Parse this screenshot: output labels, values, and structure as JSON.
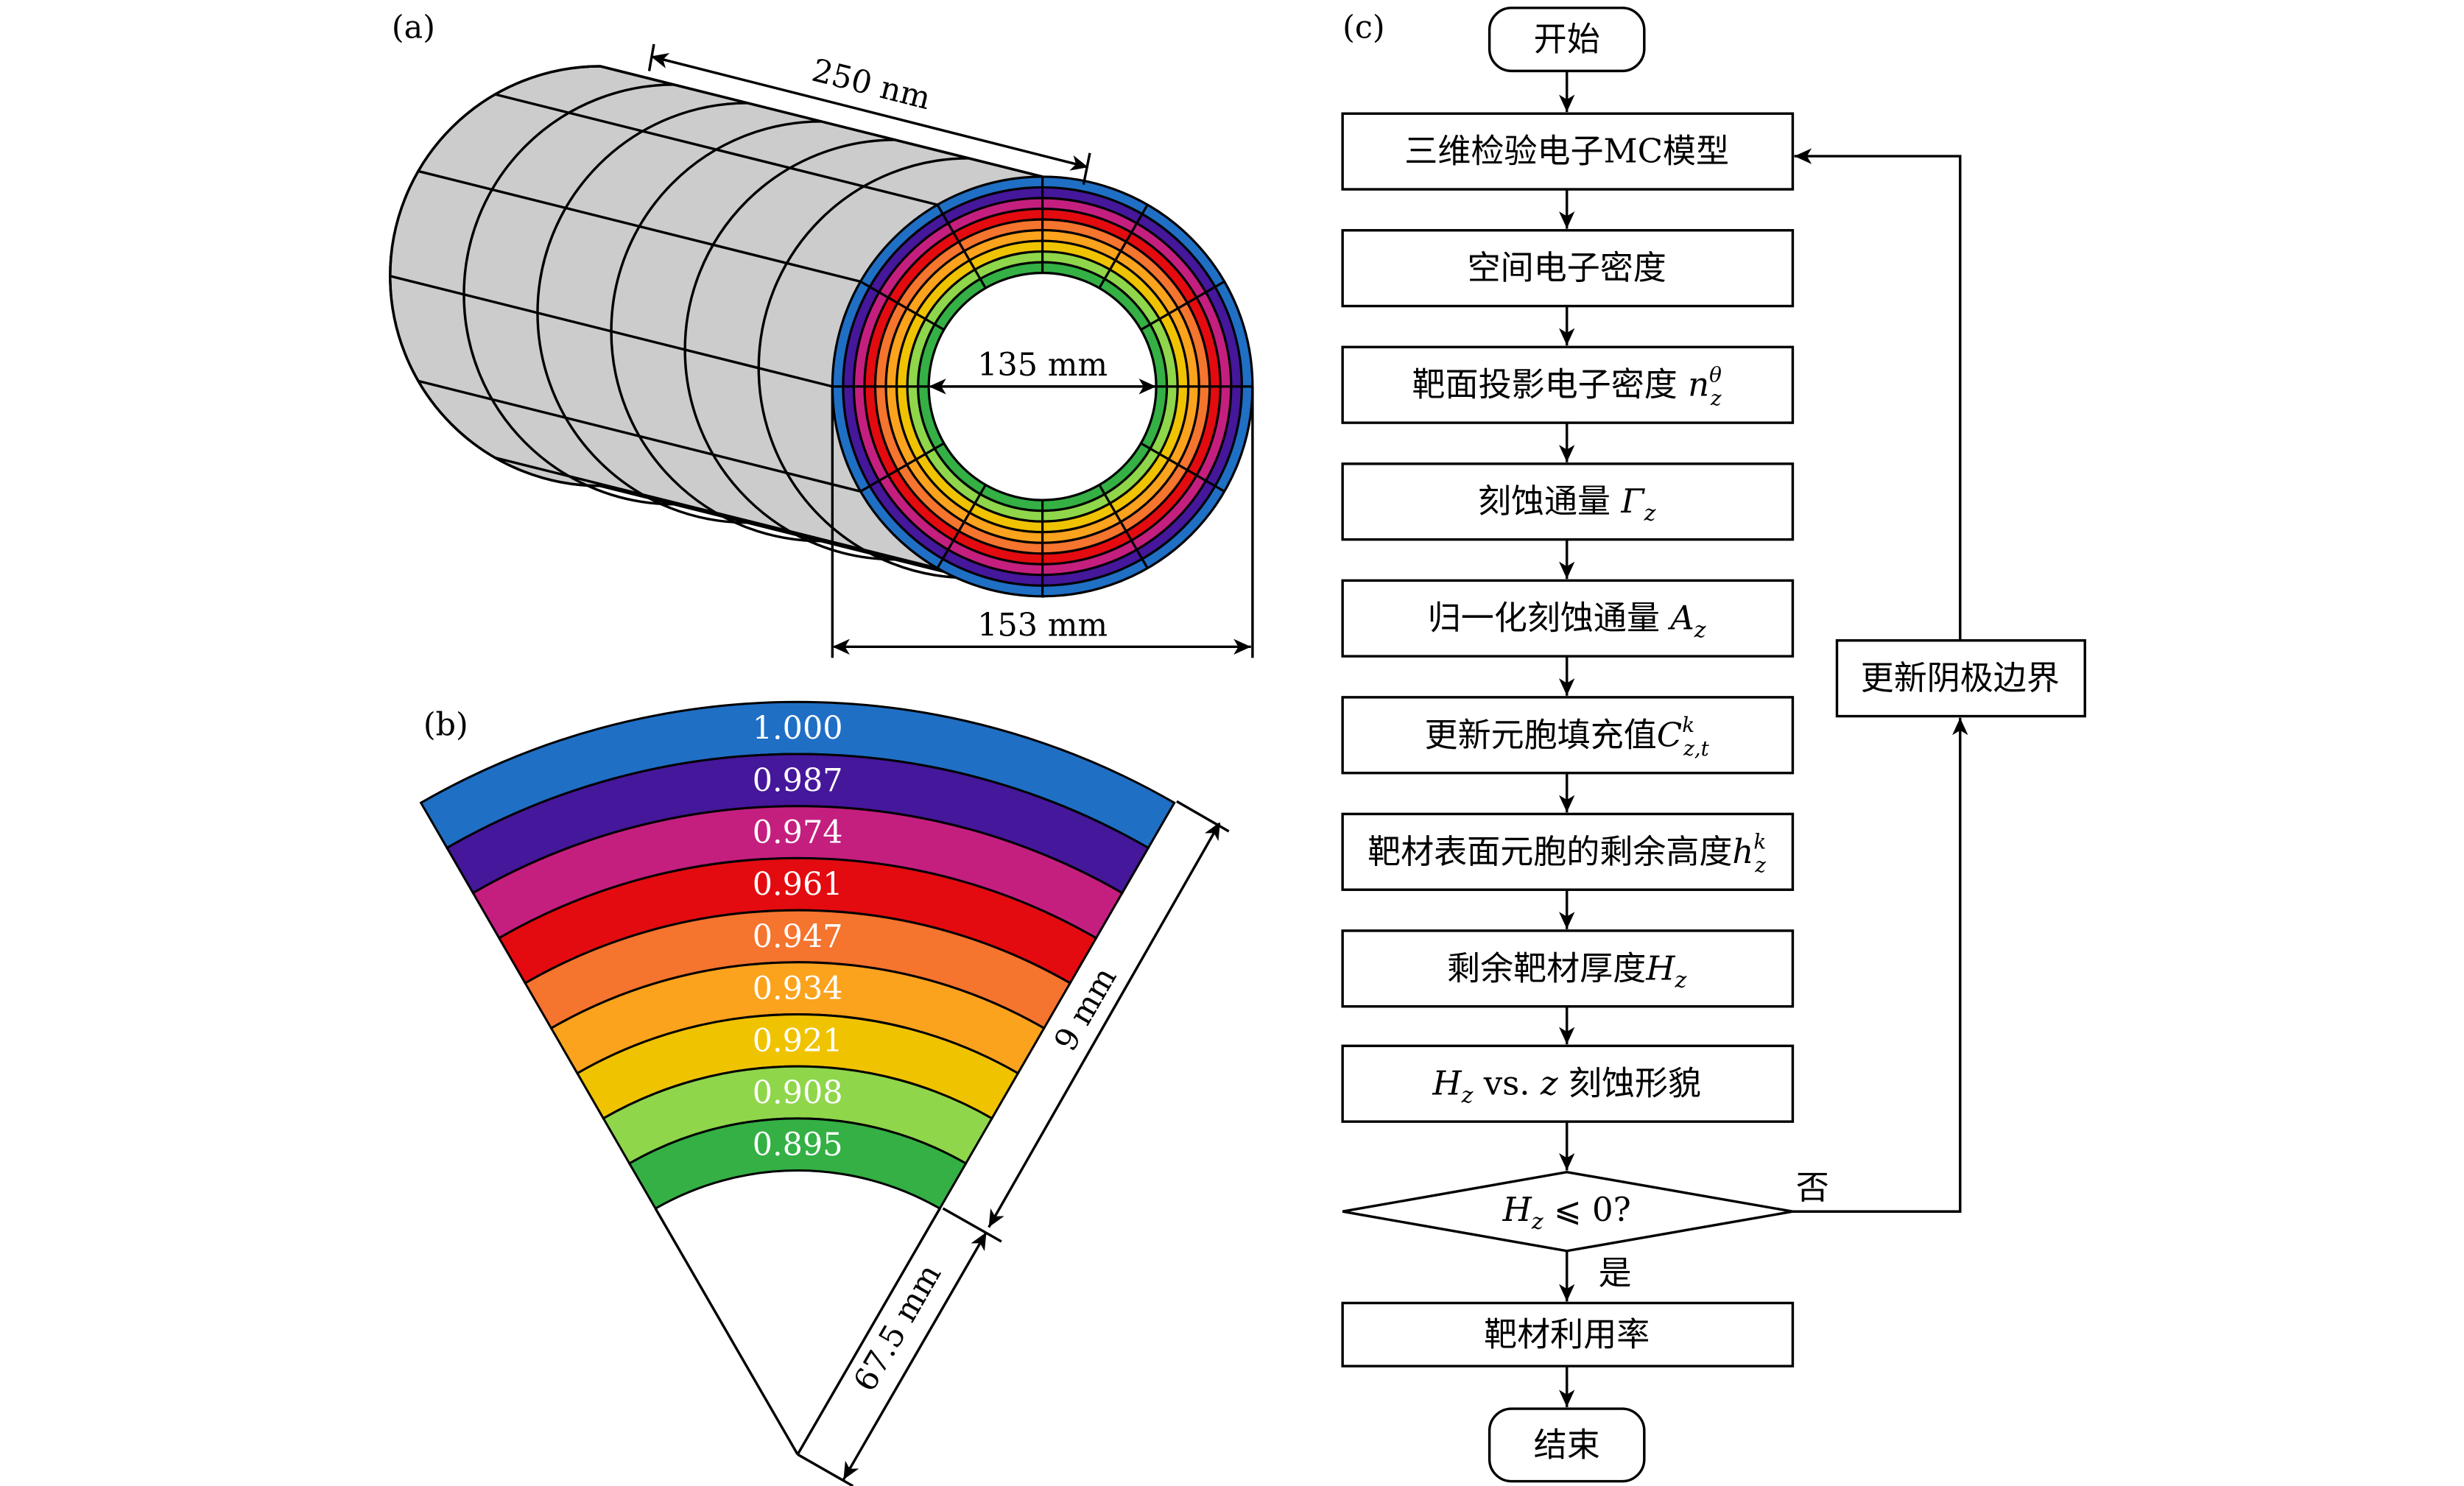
{
  "panels": {
    "a": "(a)",
    "b": "(b)",
    "c": "(c)"
  },
  "cylinder": {
    "length_label": "250 nm",
    "inner_diameter_label": "135 mm",
    "outer_diameter_label": "153 mm"
  },
  "sector": {
    "thickness_label": "9 mm",
    "inner_radius_label": "67.5 mm",
    "bands": [
      {
        "value": "1.000",
        "color": "#1f6fc5"
      },
      {
        "value": "0.987",
        "color": "#45179b"
      },
      {
        "value": "0.974",
        "color": "#c41f7f"
      },
      {
        "value": "0.961",
        "color": "#e30b10"
      },
      {
        "value": "0.947",
        "color": "#f5742e"
      },
      {
        "value": "0.934",
        "color": "#fba31d"
      },
      {
        "value": "0.921",
        "color": "#f0c300"
      },
      {
        "value": "0.908",
        "color": "#8fd64b"
      },
      {
        "value": "0.895",
        "color": "#34b045"
      }
    ]
  },
  "flowchart": {
    "start": "开始",
    "end": "结束",
    "steps": [
      {
        "text": "三维检验电子MC模型"
      },
      {
        "text": "空间电子密度"
      },
      {
        "text": "靶面投影电子密度 ",
        "var": "n",
        "sub": "z",
        "sup": "θ"
      },
      {
        "text": "刻蚀通量 ",
        "var": "Γ",
        "sub": "z"
      },
      {
        "text": "归一化刻蚀通量 ",
        "var": "A",
        "sub": "z"
      },
      {
        "text": "更新元胞填充值",
        "var": "C",
        "sub": "z,t",
        "sup": "k"
      },
      {
        "text": "靶材表面元胞的剩余高度",
        "var": "h",
        "sub": "z",
        "sup": "k"
      },
      {
        "text": "剩余靶材厚度",
        "var": "H",
        "sub": "z"
      },
      {
        "pre_var": "H",
        "pre_sub": "z",
        "mid": " vs. ",
        "mid_var": "z",
        "text": " 刻蚀形貌"
      }
    ],
    "decision": {
      "var": "H",
      "sub": "z",
      "text": " ⩽ 0?"
    },
    "yes_label": "是",
    "no_label": "否",
    "side_box": "更新阴极边界",
    "final_step": "靶材利用率"
  }
}
